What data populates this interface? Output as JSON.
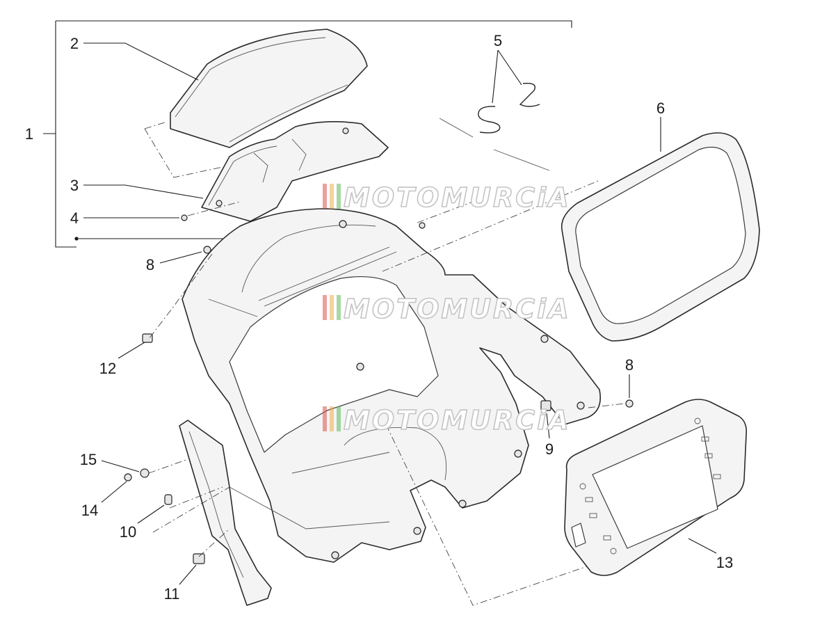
{
  "watermark": {
    "text": "MOTOMURCiA",
    "colors": {
      "red": "#d9534f",
      "orange": "#f0ad4e",
      "green": "#5cb85c"
    }
  },
  "callouts": [
    {
      "id": "1",
      "label": "1"
    },
    {
      "id": "2",
      "label": "2"
    },
    {
      "id": "3",
      "label": "3"
    },
    {
      "id": "4",
      "label": "4"
    },
    {
      "id": "5",
      "label": "5"
    },
    {
      "id": "6",
      "label": "6"
    },
    {
      "id": "8a",
      "label": "8"
    },
    {
      "id": "8b",
      "label": "8"
    },
    {
      "id": "9",
      "label": "9"
    },
    {
      "id": "10",
      "label": "10"
    },
    {
      "id": "11",
      "label": "11"
    },
    {
      "id": "12",
      "label": "12"
    },
    {
      "id": "13",
      "label": "13"
    },
    {
      "id": "14",
      "label": "14"
    },
    {
      "id": "15",
      "label": "15"
    }
  ]
}
